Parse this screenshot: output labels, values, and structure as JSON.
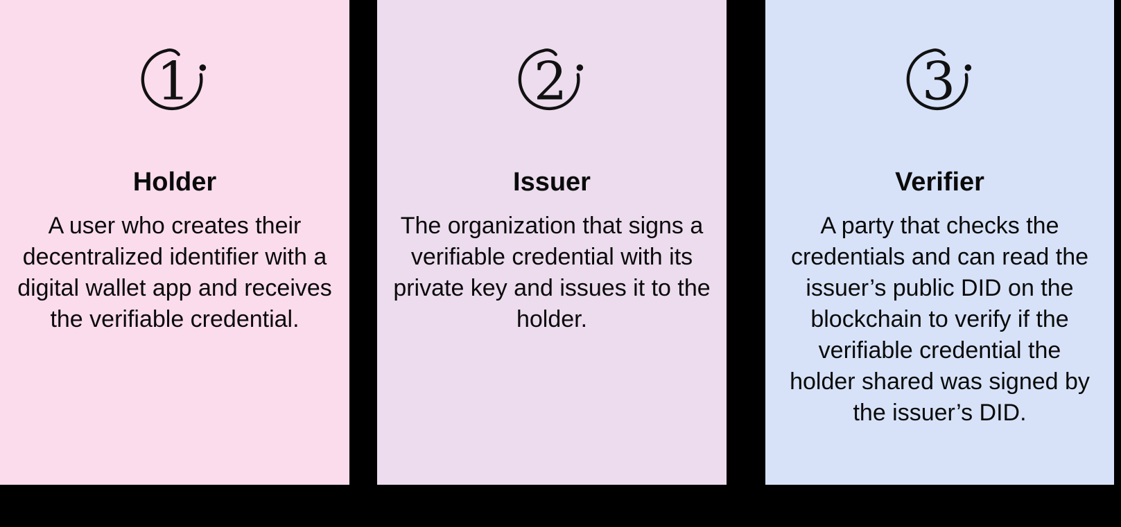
{
  "canvas": {
    "background": "#000000",
    "text_color": "#0a0a0a",
    "icon_stroke_color": "#111111"
  },
  "cards": [
    {
      "number": "1",
      "icon": "circled-1-sketch-icon",
      "title": "Holder",
      "description": "A user who creates their\ndecentralized identifier with a\ndigital wallet app and receives\nthe verifiable credential.",
      "bg": "#FBDCEC"
    },
    {
      "number": "2",
      "icon": "circled-2-sketch-icon",
      "title": "Issuer",
      "description": "The organization that signs a\nverifiable credential with its\nprivate key and issues it to the\nholder.",
      "bg": "#ECDCEE"
    },
    {
      "number": "3",
      "icon": "circled-3-sketch-icon",
      "title": "Verifier",
      "description": "A party that checks the\ncredentials and can read the\nissuer’s public DID on the\nblockchain to verify if the\nverifiable credential the\nholder shared was signed by\nthe issuer’s DID.",
      "bg": "#D7E2F8"
    }
  ]
}
